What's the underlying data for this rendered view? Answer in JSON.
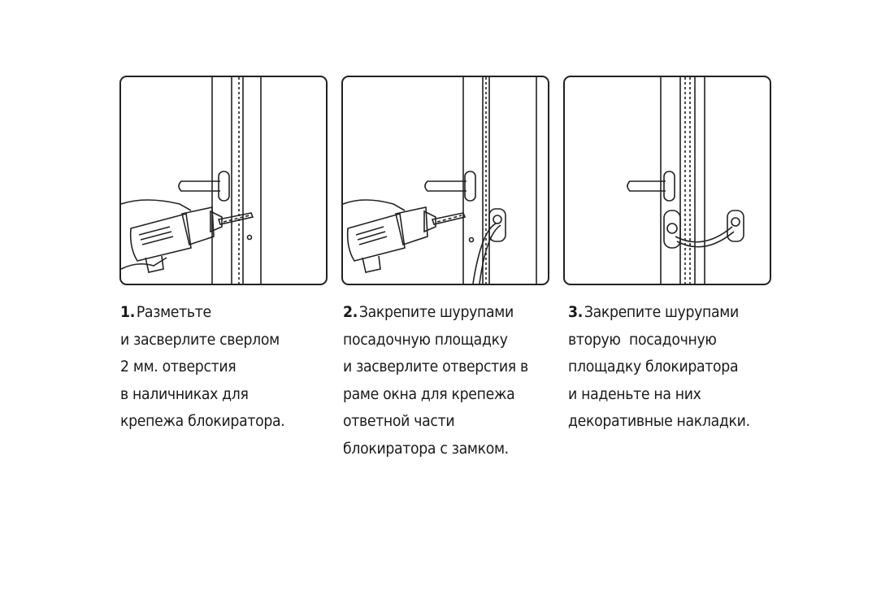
{
  "steps": [
    {
      "number": "1.",
      "lines": [
        "Разметьте",
        "и засверлите сверлом",
        "2 мм. отверстия",
        "в наличниках для",
        "крепежа блокиратора."
      ]
    },
    {
      "number": "2.",
      "lines": [
        "Закрепите шурупами",
        "посадочную площадку",
        "и засверлите отверстия в",
        "раме окна для крепежа",
        "ответной части",
        "блокиратора с замком."
      ]
    },
    {
      "number": "3.",
      "lines": [
        "Закрепите шурупами",
        "вторую  посадочную",
        "площадку блокиратора",
        "и наденьте на них",
        "декоративные накладки."
      ]
    }
  ],
  "illustrations": [
    {
      "icon": "drill-marking-illustration"
    },
    {
      "icon": "drill-mounting-pad-illustration"
    },
    {
      "icon": "window-lock-installed-illustration"
    }
  ]
}
